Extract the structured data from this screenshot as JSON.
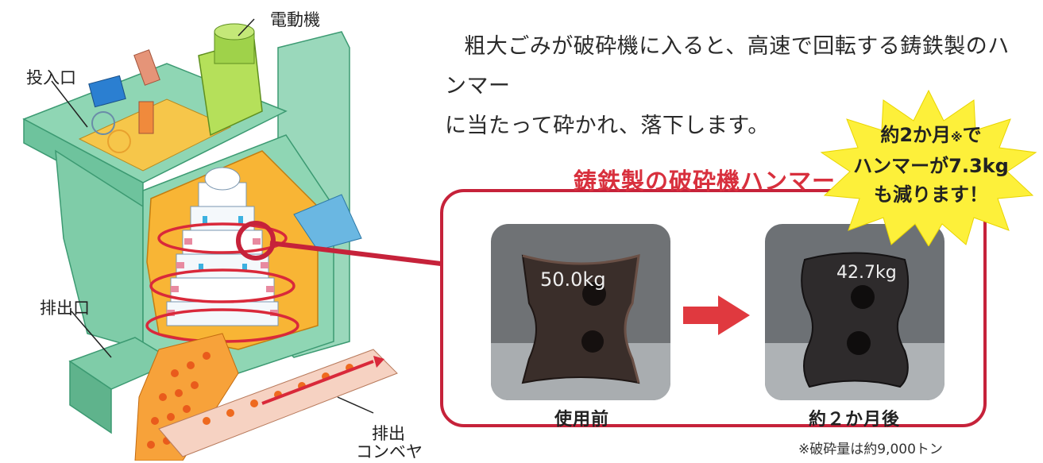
{
  "labels": {
    "motor": "電動機",
    "inlet": "投入口",
    "outlet": "排出口",
    "conveyor_line1": "排出",
    "conveyor_line2": "コンベヤ"
  },
  "description": {
    "line1": "粗大ごみが破砕機に入ると、高速で回転する鋳鉄製のハンマー",
    "line2": "に当たって砕かれ、落下します。"
  },
  "hammer_title": "鋳鉄製の破砕機ハンマー",
  "before_photo": {
    "label": "使用前",
    "weight_text": "50.0kg"
  },
  "after_photo": {
    "label": "約２か月後",
    "weight_text": "42.7kg"
  },
  "burst": {
    "line1_prefix": "約2か月",
    "line1_mark": "※",
    "line1_suffix": "で",
    "line2": "ハンマーが7.3kg",
    "line3": "も減ります！"
  },
  "footnote": "※破砕量は約9,000トン",
  "colors": {
    "accent_red": "#c6223a",
    "title_red": "#d8303d",
    "burst_yellow": "#fdf03a",
    "arrow_red": "#e0393f",
    "machine_green": "#8fd6b4",
    "machine_orange": "#f6b83a"
  }
}
